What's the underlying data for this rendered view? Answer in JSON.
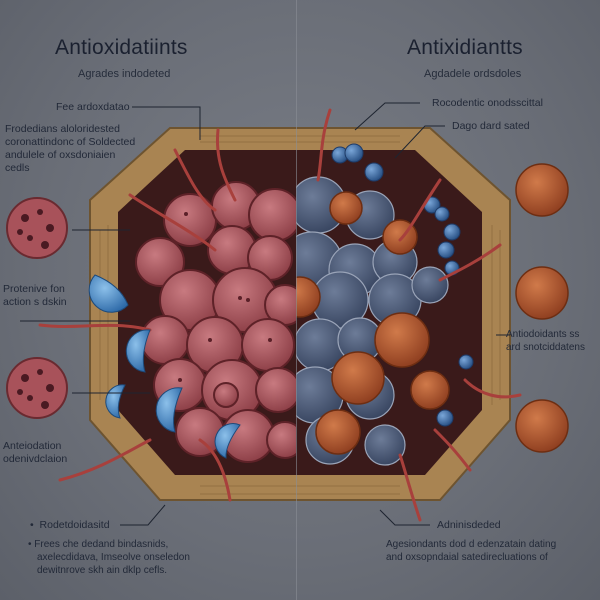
{
  "left_panel": {
    "title": "Antioxidatiints",
    "subtitle": "Agrades indodeted",
    "labels": {
      "top_callout": "Fee ardoxdatao",
      "description": [
        "Frodedians aloloridested",
        "coronattindonc of Soldected",
        "andulele of oxsdoniaien",
        "cedls"
      ],
      "middle_callout": [
        "Protenive fon",
        "action s dskin"
      ],
      "lower_callout": [
        "Anteiodation",
        "odenivdclaion"
      ],
      "bottom_heading": "Rodetdoidasitd",
      "bottom_bullet": [
        "Frees che dedand bindasnids,",
        "axelecdidava, Imseolve onseledon",
        "dewitnrove skh ain dklp cefls."
      ]
    }
  },
  "right_panel": {
    "title": "Antixidiantts",
    "subtitle": "Agdadele ordsdoles",
    "labels": {
      "top_callout": "Rocodentic onodsscittal",
      "second_callout": "Dago dard sated",
      "side_callout": [
        "Antiodoidants ss",
        "ard snotciddatens"
      ],
      "bottom_heading": "Adninisdeded",
      "bottom_text": [
        "Agesiondants dod d edenzatain dating",
        "and oxsopndaial satedirecluations of"
      ]
    }
  },
  "colors": {
    "background": "#6c7079",
    "damaged_cell": "#a8525a",
    "healthy_cell": "#4a5a78",
    "antioxidant_sphere": "#b5562e",
    "water_drop": "#4a8ac8",
    "tissue_wall": "#b08a56",
    "vessel": "#a8403c"
  }
}
